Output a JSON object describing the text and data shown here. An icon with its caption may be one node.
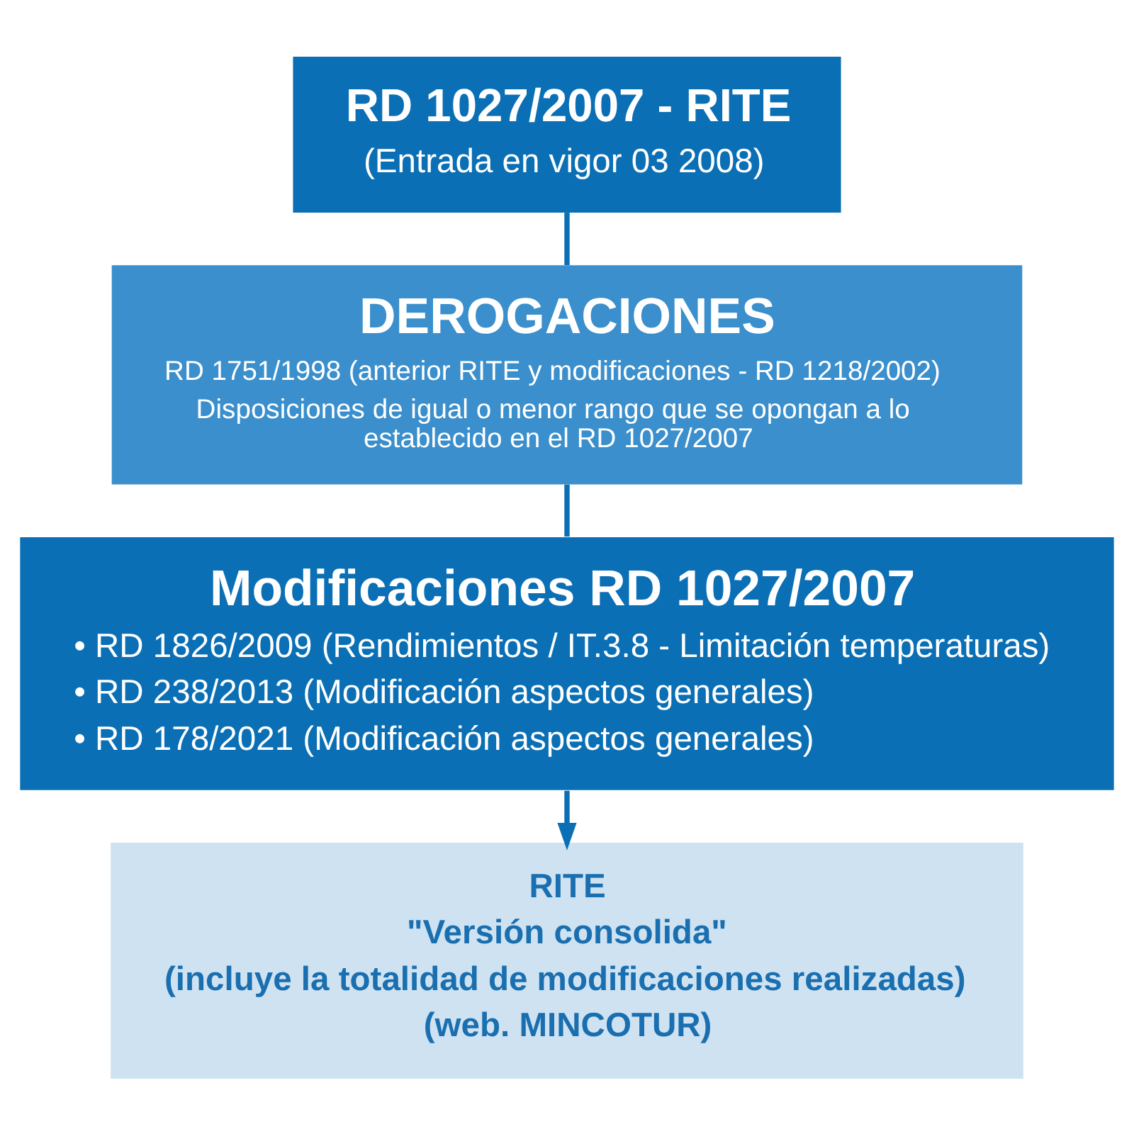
{
  "diagram": {
    "nodes": [
      {
        "text": [
          "RD 1027/2007 - RITE",
          "(Entrada en vigor 03 2008)"
        ]
      },
      {
        "text": [
          "DEROGACIONES",
          "RD 1751/1998 (anterior RITE y modificaciones - RD 1218/2002)",
          "Disposiciones de igual o menor rango que se opongan a lo establecido en el RD 1027/2007"
        ]
      },
      {
        "text": [
          "Modificaciones RD 1027/2007",
          "• RD 1826/2009 (Rendimientos / IT.3.8 - Limitación temperaturas)",
          "• RD 238/2013 (Modificación aspectos generales)",
          "• RD 178/2021 (Modificación aspectos generales)"
        ]
      },
      {
        "text": [
          "RITE",
          "\"Versión consolida\"",
          "(incluye la totalidad de modificaciones realizadas)",
          "(web. MINCOTUR)"
        ]
      }
    ],
    "edges": [
      {
        "from": 0,
        "to": 1,
        "arrow": "none"
      },
      {
        "from": 1,
        "to": 2,
        "arrow": "none"
      },
      {
        "from": 2,
        "to": 3,
        "arrow": "to"
      }
    ]
  }
}
